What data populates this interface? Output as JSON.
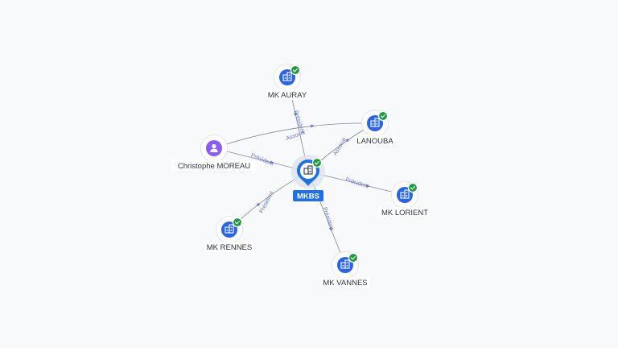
{
  "colors": {
    "background": "#f8f9fb",
    "company_blue": "#2a64e6",
    "person_purple": "#8b5cf6",
    "check_green": "#1a9b3c",
    "edge_gray": "#7f8a96",
    "edge_label": "#6b76c8",
    "center_blue": "#1f6fe5"
  },
  "center": {
    "id": "mkbs",
    "label": "MKBS",
    "icon": "building-icon",
    "verified": true
  },
  "nodes": [
    {
      "id": "mk-auray",
      "label": "MK AURAY",
      "kind": "company",
      "icon": "building-icon",
      "verified": true
    },
    {
      "id": "lanouba",
      "label": "LANOUBA",
      "kind": "company",
      "icon": "building-icon",
      "verified": true
    },
    {
      "id": "christophe-moreau",
      "label": "Christophe MOREAU",
      "kind": "person",
      "icon": "person-icon",
      "verified": false
    },
    {
      "id": "mk-lorient",
      "label": "MK LORIENT",
      "kind": "company",
      "icon": "building-icon",
      "verified": true
    },
    {
      "id": "mk-rennes",
      "label": "MK RENNES",
      "kind": "company",
      "icon": "building-icon",
      "verified": true
    },
    {
      "id": "mk-vannes",
      "label": "MK VANNES",
      "kind": "company",
      "icon": "building-icon",
      "verified": true
    }
  ],
  "edges": [
    {
      "from": "mkbs",
      "to": "mk-auray",
      "label": "Président"
    },
    {
      "from": "mkbs",
      "to": "lanouba",
      "label": "Associé"
    },
    {
      "from": "christophe-moreau",
      "to": "mkbs",
      "label": "Président"
    },
    {
      "from": "christophe-moreau",
      "to": "lanouba",
      "label": "Associé"
    },
    {
      "from": "mkbs",
      "to": "mk-lorient",
      "label": "Président"
    },
    {
      "from": "mkbs",
      "to": "mk-rennes",
      "label": "Président"
    },
    {
      "from": "mkbs",
      "to": "mk-vannes",
      "label": "Président"
    }
  ]
}
